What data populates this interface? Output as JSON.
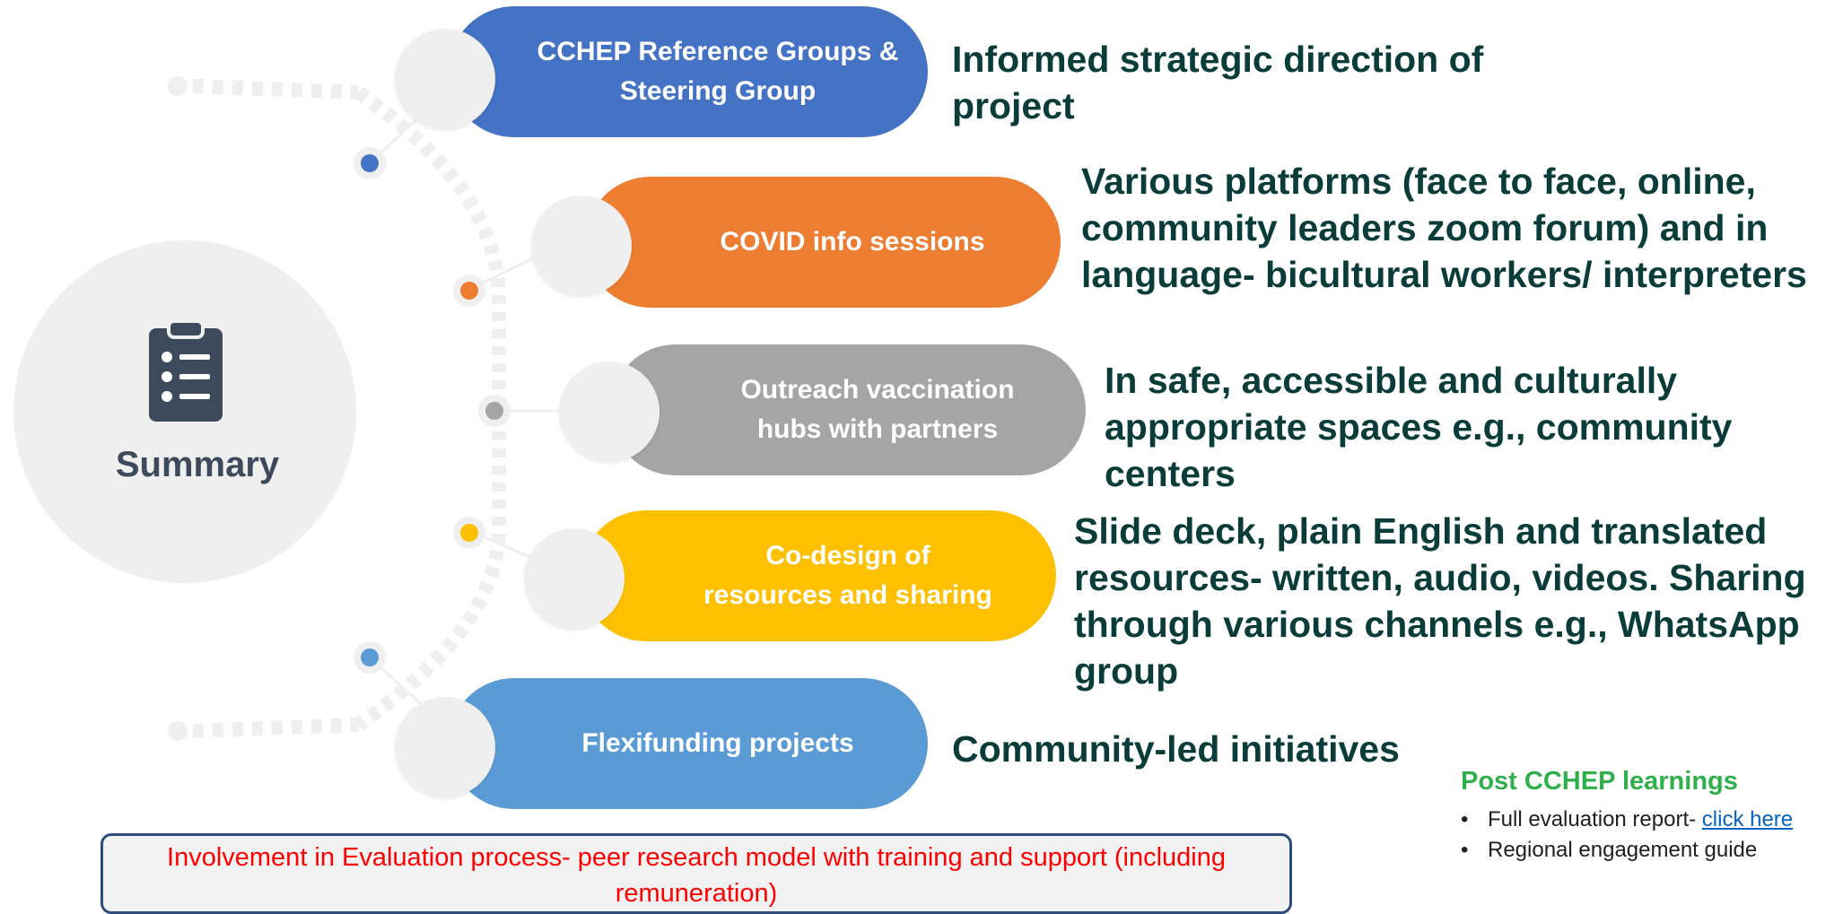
{
  "summary": {
    "label": "Summary",
    "icon": "clipboard-list-icon"
  },
  "items": [
    {
      "label_lines": [
        "CCHEP Reference Groups &",
        "Steering Group"
      ],
      "color": "#4472c4",
      "outcome": "Informed strategic direction of project"
    },
    {
      "label_lines": [
        "COVID info sessions"
      ],
      "color": "#ed7d31",
      "outcome": "Various platforms (face to face, online, community leaders zoom forum) and in language- bicultural workers/ interpreters"
    },
    {
      "label_lines": [
        "Outreach vaccination",
        "hubs with partners"
      ],
      "color": "#a5a5a5",
      "outcome": "In safe, accessible and culturally appropriate spaces e.g., community centers"
    },
    {
      "label_lines": [
        "Co-design of",
        "resources and sharing"
      ],
      "color": "#ffc000",
      "outcome": "Slide deck, plain English and translated resources- written, audio, videos. Sharing through various channels e.g., WhatsApp group"
    },
    {
      "label_lines": [
        "Flexifunding projects"
      ],
      "color": "#5b9bd5",
      "outcome": "Community-led initiatives"
    }
  ],
  "learnings": {
    "title": "Post CCHEP learnings",
    "items": [
      {
        "text": "Full evaluation report- ",
        "link": "click here"
      },
      {
        "text": "Regional engagement guide"
      }
    ]
  },
  "evaluation_box": "Involvement in Evaluation process- peer research model with training and support (including remuneration)"
}
